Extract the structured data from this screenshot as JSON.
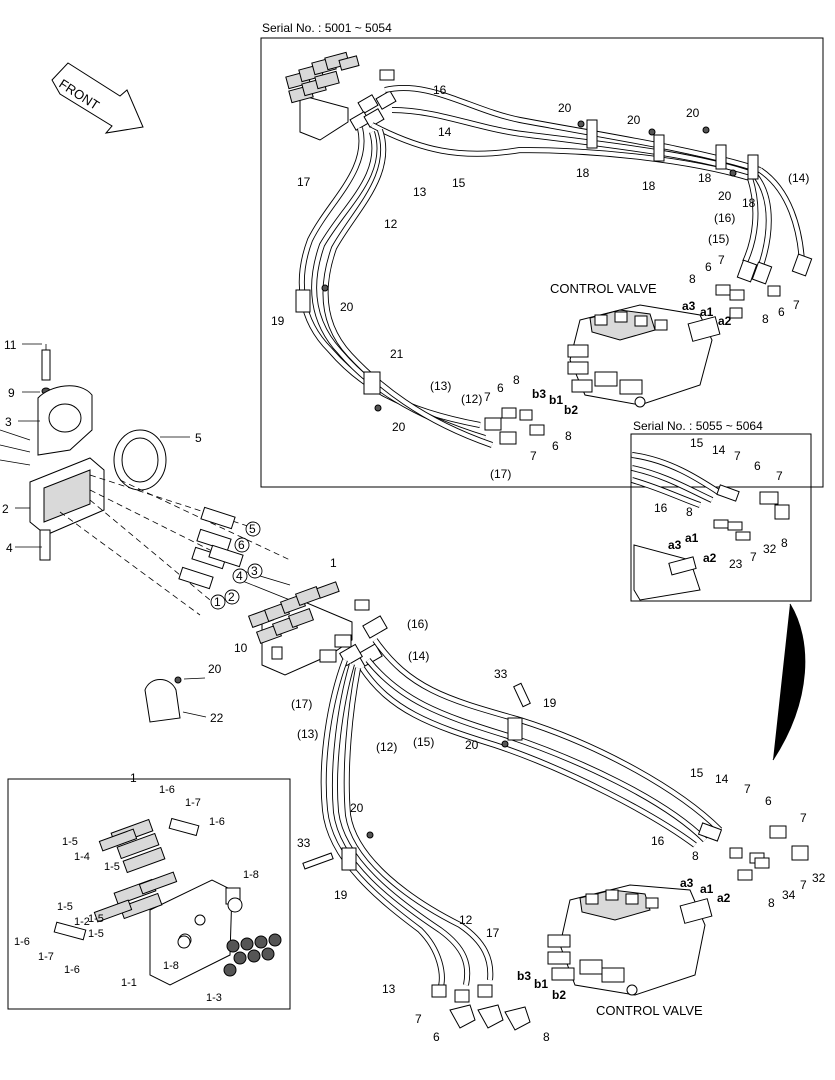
{
  "headers": {
    "serial_a": "Serial No. : 5001 ~ 5054",
    "serial_b": "Serial No. : 5055 ~ 5064"
  },
  "front_label": "FRONT",
  "control_valve_label": "CONTROL VALVE",
  "main_labels": {
    "n1": "1",
    "n2": "2",
    "n3": "3",
    "n4": "4",
    "n5": "5",
    "n9": "9",
    "n10": "10",
    "n11": "11",
    "n20a": "20",
    "n22": "22",
    "n16p": "(16)",
    "n14p": "(14)",
    "n15p": "(15)",
    "n17p": "(17)",
    "n13p": "(13)",
    "n12p": "(12)",
    "n33a": "33",
    "n19a": "19",
    "n20b": "20",
    "n15": "15",
    "n14": "14",
    "n7a": "7",
    "n6a": "6",
    "n16": "16",
    "n7b": "7",
    "n8a": "8",
    "a3": "a3",
    "a1": "a1",
    "a2": "a2",
    "n8b": "8",
    "n34": "34",
    "n7c": "7",
    "n32": "32",
    "n20c": "20",
    "n33b": "33",
    "n19b": "19",
    "n12": "12",
    "n17": "17",
    "n13": "13",
    "n7d": "7",
    "n6b": "6",
    "b3": "b3",
    "b1": "b1",
    "b2": "b2",
    "n8c": "8",
    "c1": "1",
    "c2": "2",
    "c3": "3",
    "c4": "4",
    "c5": "5",
    "c6": "6"
  },
  "serial_a_labels": {
    "n16": "16",
    "n14": "14",
    "n15": "15",
    "n17": "17",
    "n13": "13",
    "n12": "12",
    "n20a": "20",
    "n20b": "20",
    "n20c": "20",
    "n20d": "20",
    "n18a": "18",
    "n18b": "18",
    "n18c": "18",
    "n18d": "18",
    "n14p": "(14)",
    "n16p": "(16)",
    "n15p": "(15)",
    "n8a": "8",
    "n6a": "6",
    "n7a": "7",
    "a3": "a3",
    "a1": "a1",
    "a2": "a2",
    "n8b": "8",
    "n6b": "6",
    "n7b": "7",
    "n19": "19",
    "n20e": "20",
    "n21": "21",
    "n13p": "(13)",
    "n12p": "(12)",
    "n7c": "7",
    "n6c": "6",
    "n8c": "8",
    "b3": "b3",
    "b1": "b1",
    "b2": "b2",
    "n20f": "20",
    "n17p": "(17)",
    "n7d": "7",
    "n6d": "6",
    "n8d": "8"
  },
  "serial_b_labels": {
    "n15": "15",
    "n14": "14",
    "n7a": "7",
    "n6": "6",
    "n7b": "7",
    "n16": "16",
    "n8a": "8",
    "a3": "a3",
    "a1": "a1",
    "a2": "a2",
    "n23": "23",
    "n7c": "7",
    "n32": "32",
    "n8b": "8"
  },
  "detail_labels": {
    "title": "1",
    "d16a": "1-6",
    "d17a": "1-7",
    "d16b": "1-6",
    "d15a": "1-5",
    "d14": "1-4",
    "d15b": "1-5",
    "d15c": "1-5",
    "d15d": "1-5",
    "d12": "1-2",
    "d15e": "1-5",
    "d16c": "1-6",
    "d17b": "1-7",
    "d16d": "1-6",
    "d18a": "1-8",
    "d18b": "1-8",
    "d11": "1-1",
    "d13": "1-3"
  }
}
